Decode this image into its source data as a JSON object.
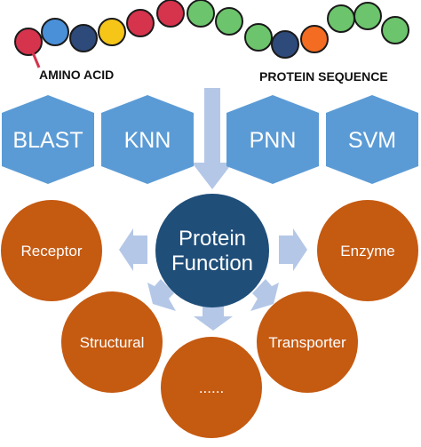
{
  "labels": {
    "amino_acid": "AMINO ACID",
    "protein_sequence": "PROTEIN SEQUENCE"
  },
  "methods": [
    "BLAST",
    "KNN",
    "PNN",
    "SVM"
  ],
  "center": {
    "line1": "Protein",
    "line2": "Function"
  },
  "functions": {
    "receptor": "Receptor",
    "enzyme": "Enzyme",
    "structural": "Structural",
    "transporter": "Transporter",
    "more": "......"
  },
  "colors": {
    "hexagon": "#5b9bd5",
    "center": "#1f4e79",
    "function_circle": "#c55a11",
    "arrow": "#b4c7e7",
    "bead_red": "#d6334d",
    "bead_blue": "#4a90d9",
    "bead_navy": "#2e4a7a",
    "bead_yellow": "#f5c518",
    "bead_green": "#6cc46c",
    "bead_orange": "#f36c21"
  },
  "bead_sequence": [
    "red",
    "blue",
    "navy",
    "yellow",
    "red",
    "red",
    "green",
    "green",
    "green",
    "navy",
    "orange",
    "green",
    "green",
    "green",
    "green"
  ]
}
